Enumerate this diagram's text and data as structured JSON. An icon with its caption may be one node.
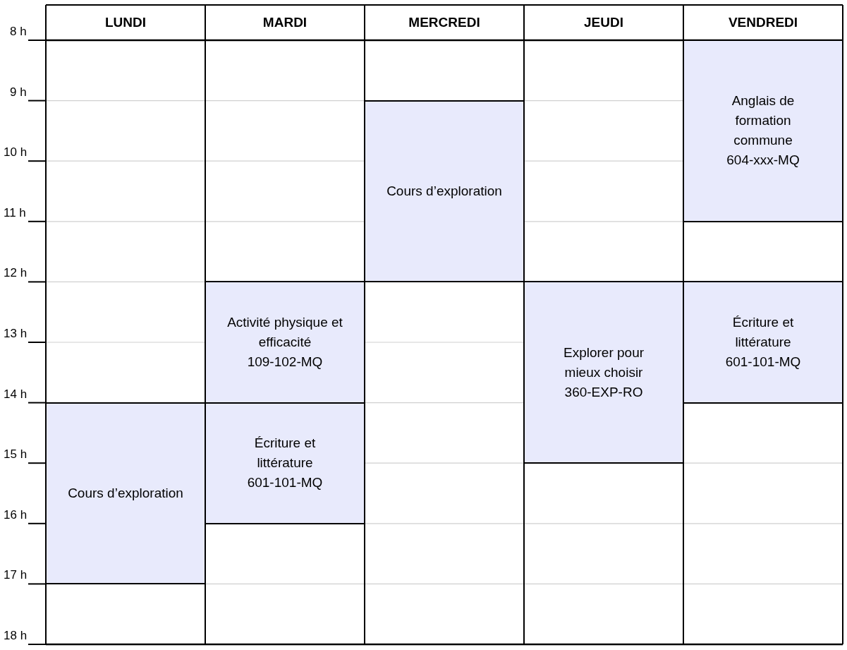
{
  "diagram": {
    "nodes": [
      {
        "text": [
          "Anglais de formation commune",
          "604-xxx-MQ"
        ]
      },
      {
        "text": [
          "Cours d’exploration"
        ]
      },
      {
        "text": [
          "Activité physique et efficacité",
          "109-102-MQ"
        ]
      },
      {
        "text": [
          "Explorer pour mieux choisir",
          "360-EXP-RO"
        ]
      },
      {
        "text": [
          "Écriture et littérature",
          "601-101-MQ"
        ]
      },
      {
        "text": [
          "Cours d’exploration"
        ]
      },
      {
        "text": [
          "Écriture et littérature",
          "601-101-MQ"
        ]
      }
    ],
    "edges": [],
    "labels": [
      "LUNDI",
      "MARDI",
      "MERCREDI",
      "JEUDI",
      "VENDREDI",
      "8 h",
      "9 h",
      "10 h",
      "11 h",
      "12 h",
      "13 h",
      "14 h",
      "15 h",
      "16 h",
      "17 h",
      "18 h"
    ]
  }
}
